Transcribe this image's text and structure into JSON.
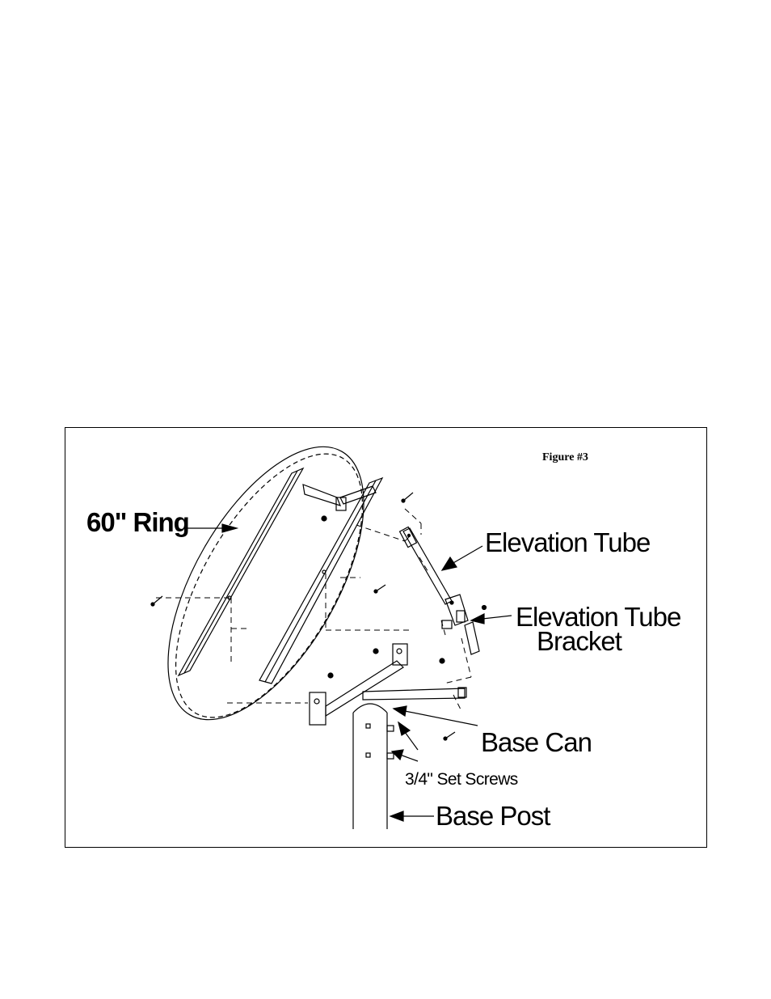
{
  "figure": {
    "caption": "Figure #3",
    "labels": {
      "ring": "60\" Ring",
      "elevation_tube": "Elevation Tube",
      "elevation_tube_bracket_line1": "Elevation Tube",
      "elevation_tube_bracket_line2": "Bracket",
      "base_can": "Base Can",
      "set_screws": "3/4\" Set Screws",
      "base_post": "Base Post"
    }
  }
}
